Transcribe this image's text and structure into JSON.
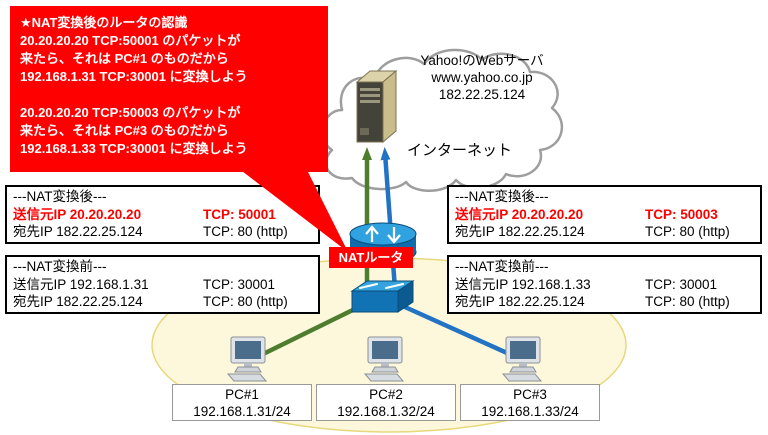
{
  "colors": {
    "callout_red": "#ff0000",
    "highlight_red": "#ff0000",
    "arrow_green": "#4e7e2d",
    "arrow_blue": "#2273c3",
    "lan_fill": "#fdf8dc"
  },
  "callout": {
    "title": "★NAT変換後のルータの認識",
    "block1": [
      "20.20.20.20 TCP:50001 のパケットが",
      "来たら、それは PC#1 のものだから",
      "192.168.1.31 TCP:30001 に変換しよう"
    ],
    "block2": [
      "20.20.20.20 TCP:50003 のパケットが",
      "来たら、それは PC#3 のものだから",
      "192.168.1.33 TCP:30001 に変換しよう"
    ]
  },
  "internet": {
    "server_name": "Yahoo!のWebサーバ",
    "server_host": "www.yahoo.co.jp",
    "server_ip": "182.22.25.124",
    "cloud_label": "インターネット"
  },
  "router": {
    "label": "NATルータ"
  },
  "packets": {
    "left_after": {
      "title": "---NAT変換後---",
      "src": "送信元IP 20.20.20.20",
      "src_port": "TCP: 50001",
      "dst": "宛先IP 182.22.25.124",
      "dst_port": "TCP: 80 (http)"
    },
    "left_before": {
      "title": "---NAT変換前---",
      "src": "送信元IP 192.168.1.31",
      "src_port": "TCP: 30001",
      "dst": "宛先IP 182.22.25.124",
      "dst_port": "TCP: 80 (http)"
    },
    "right_after": {
      "title": "---NAT変換後---",
      "src": "送信元IP 20.20.20.20",
      "src_port": "TCP: 50003",
      "dst": "宛先IP 182.22.25.124",
      "dst_port": "TCP: 80 (http)"
    },
    "right_before": {
      "title": "---NAT変換前---",
      "src": "送信元IP 192.168.1.33",
      "src_port": "TCP: 30001",
      "dst": "宛先IP 182.22.25.124",
      "dst_port": "TCP: 80 (http)"
    }
  },
  "pcs": [
    {
      "name": "PC#1",
      "ip": "192.168.1.31/24"
    },
    {
      "name": "PC#2",
      "ip": "192.168.1.32/24"
    },
    {
      "name": "PC#3",
      "ip": "192.168.1.33/24"
    }
  ]
}
